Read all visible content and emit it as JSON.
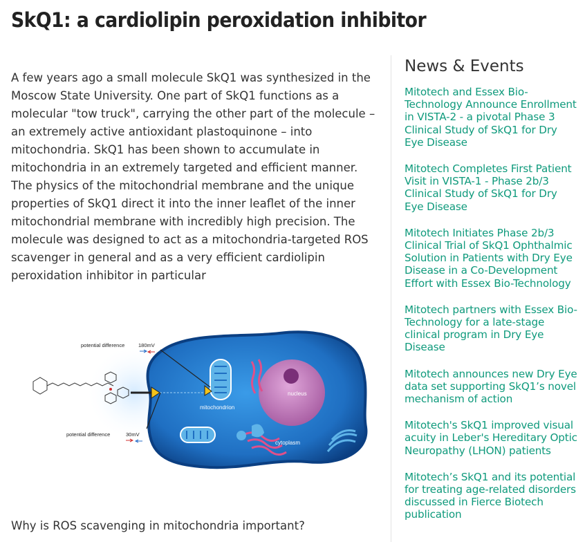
{
  "page_title": "SkQ1: a cardiolipin peroxidation inhibitor",
  "article": {
    "body": "A few years ago a small molecule SkQ1 was synthesized in the Moscow State University. One part of SkQ1 functions as a molecular \"tow truck\", carrying the other part of the molecule – an extremely active antioxidant plastoquinone – into mitochondria. SkQ1 has been shown to accumulate in mitochondria in an extremely targeted and efficient manner. The physics of the mitochondrial membrane and the unique properties of SkQ1 direct it into the inner leaflet of the inner mitochondrial membrane with incredibly high precision. The molecule was designed to act as a mitochondria-targeted ROS scavenger in general and as a very efficient cardiolipin peroxidation inhibitor in particular",
    "question": "Why is ROS scavenging in mitochondria important?"
  },
  "figure": {
    "label_pd_outer": "potential difference",
    "value_pd_outer": "180mV",
    "label_pd_inner": "potential difference",
    "value_pd_inner": "30mV",
    "label_mitochondrion": "mitochondrion",
    "label_nucleus": "nucleus",
    "label_cytoplasm": "cytoplasm",
    "colors": {
      "cell_fill": "#1f78c8",
      "cell_dark": "#0b3f82",
      "nucleus": "#c77fc0",
      "nucleolus": "#7a2f78",
      "er": "#e0508a",
      "mito": "#5fb4e8"
    }
  },
  "sidebar": {
    "title": "News & Events",
    "link_color": "#0f9a7c",
    "items": [
      {
        "label": "Mitotech and Essex Bio-Technology Announce Enrollment in VISTA-2 - a pivotal Phase 3 Clinical Study of SkQ1 for Dry Eye Disease"
      },
      {
        "label": "Mitotech Completes First Patient Visit in VISTA-1 - Phase 2b/3 Clinical Study of SkQ1 for Dry Eye Disease"
      },
      {
        "label": "Mitotech Initiates Phase 2b/3 Clinical Trial of SkQ1 Ophthalmic Solution in Patients with Dry Eye Disease in a Co-Development Effort with Essex Bio-Technology"
      },
      {
        "label": "Mitotech partners with Essex Bio-Technology for a late-stage clinical program in Dry Eye Disease"
      },
      {
        "label": "Mitotech announces new Dry Eye data set supporting SkQ1’s novel mechanism of action"
      },
      {
        "label": "Mitotech's SkQ1 improved visual acuity in Leber's Hereditary Optic Neuropathy (LHON) patients"
      },
      {
        "label": "Mitotech’s SkQ1 and its potential for treating age-related disorders discussed in Fierce Biotech publication"
      }
    ]
  }
}
